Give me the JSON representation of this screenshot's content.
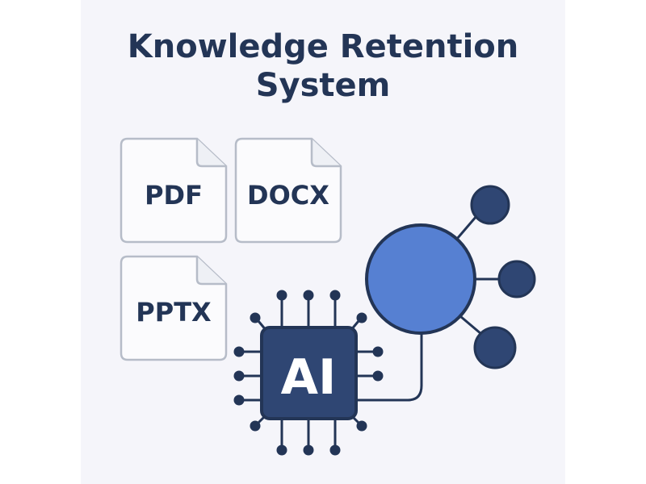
{
  "title": {
    "line1": "Knowledge Retention",
    "line2": "System"
  },
  "documents": [
    {
      "label": "PDF"
    },
    {
      "label": "DOCX"
    },
    {
      "label": "PPTX"
    }
  ],
  "chip": {
    "label": "AI"
  },
  "colors": {
    "navy": "#233556",
    "node_blue": "#5680d2",
    "doc_border": "#b6bcc8",
    "doc_fill": "#fbfbfd",
    "background": "#f5f5fa"
  }
}
